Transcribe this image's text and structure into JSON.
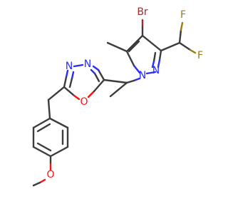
{
  "molecule": {
    "atom_labels": {
      "br": "Br",
      "f1": "F",
      "f2": "F",
      "n_pz1": "N",
      "n_pz2": "N",
      "n_ox3": "N",
      "n_ox4": "N",
      "o_ring": "O",
      "o_methoxy": "O"
    },
    "colors": {
      "carbon_bond": "#3c3c3c",
      "nitrogen": "#2b2bff",
      "oxygen": "#ff1010",
      "bromine": "#a52a2a",
      "fluorine": "#9a7b14"
    }
  }
}
